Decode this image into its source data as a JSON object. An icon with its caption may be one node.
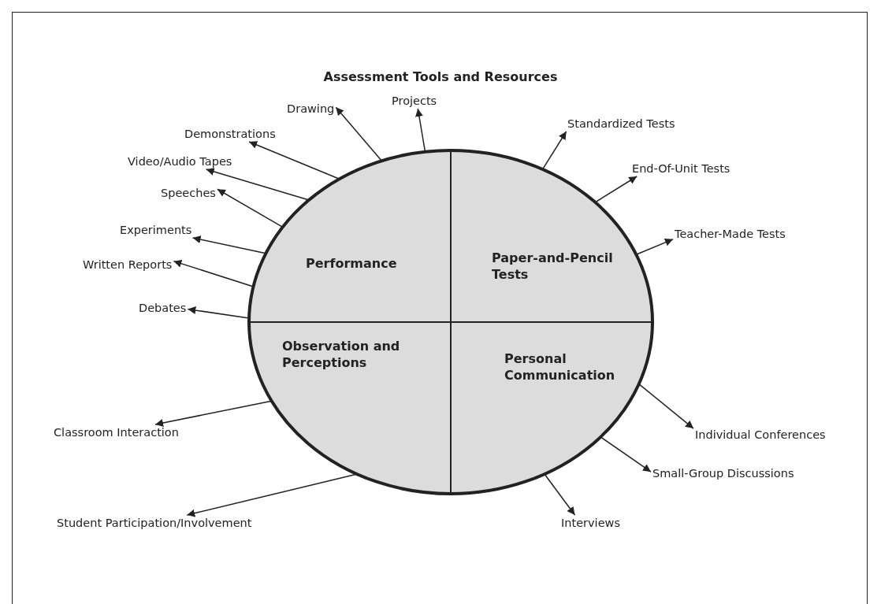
{
  "diagram": {
    "title": "Assessment Tools and Resources",
    "nodes": [
      {
        "text": [
          "Performance"
        ]
      },
      {
        "text": [
          "Paper-and-Pencil Tests"
        ]
      },
      {
        "text": [
          "Observation and Perceptions"
        ]
      },
      {
        "text": [
          "Personal Communication"
        ]
      },
      {
        "text": [
          "Projects"
        ]
      },
      {
        "text": [
          "Drawing"
        ]
      },
      {
        "text": [
          "Demonstrations"
        ]
      },
      {
        "text": [
          "Video/Audio Tapes"
        ]
      },
      {
        "text": [
          "Speeches"
        ]
      },
      {
        "text": [
          "Experiments"
        ]
      },
      {
        "text": [
          "Written Reports"
        ]
      },
      {
        "text": [
          "Debates"
        ]
      },
      {
        "text": [
          "Standardized Tests"
        ]
      },
      {
        "text": [
          "End-Of-Unit Tests"
        ]
      },
      {
        "text": [
          "Teacher-Made Tests"
        ]
      },
      {
        "text": [
          "Classroom Interaction"
        ]
      },
      {
        "text": [
          "Student Participation/Involvement"
        ]
      },
      {
        "text": [
          "Individual Conferences"
        ]
      },
      {
        "text": [
          "Small-Group Discussions"
        ]
      },
      {
        "text": [
          "Interviews"
        ]
      }
    ],
    "edges": [
      {
        "from": 0,
        "to": 4,
        "arrow": "to"
      },
      {
        "from": 0,
        "to": 5,
        "arrow": "to"
      },
      {
        "from": 0,
        "to": 6,
        "arrow": "to"
      },
      {
        "from": 0,
        "to": 7,
        "arrow": "to"
      },
      {
        "from": 0,
        "to": 8,
        "arrow": "to"
      },
      {
        "from": 0,
        "to": 9,
        "arrow": "to"
      },
      {
        "from": 0,
        "to": 10,
        "arrow": "to"
      },
      {
        "from": 0,
        "to": 11,
        "arrow": "to"
      },
      {
        "from": 1,
        "to": 12,
        "arrow": "to"
      },
      {
        "from": 1,
        "to": 13,
        "arrow": "to"
      },
      {
        "from": 1,
        "to": 14,
        "arrow": "to"
      },
      {
        "from": 2,
        "to": 15,
        "arrow": "to"
      },
      {
        "from": 2,
        "to": 16,
        "arrow": "to"
      },
      {
        "from": 3,
        "to": 17,
        "arrow": "to"
      },
      {
        "from": 3,
        "to": 18,
        "arrow": "to"
      },
      {
        "from": 3,
        "to": 19,
        "arrow": "to"
      }
    ]
  }
}
